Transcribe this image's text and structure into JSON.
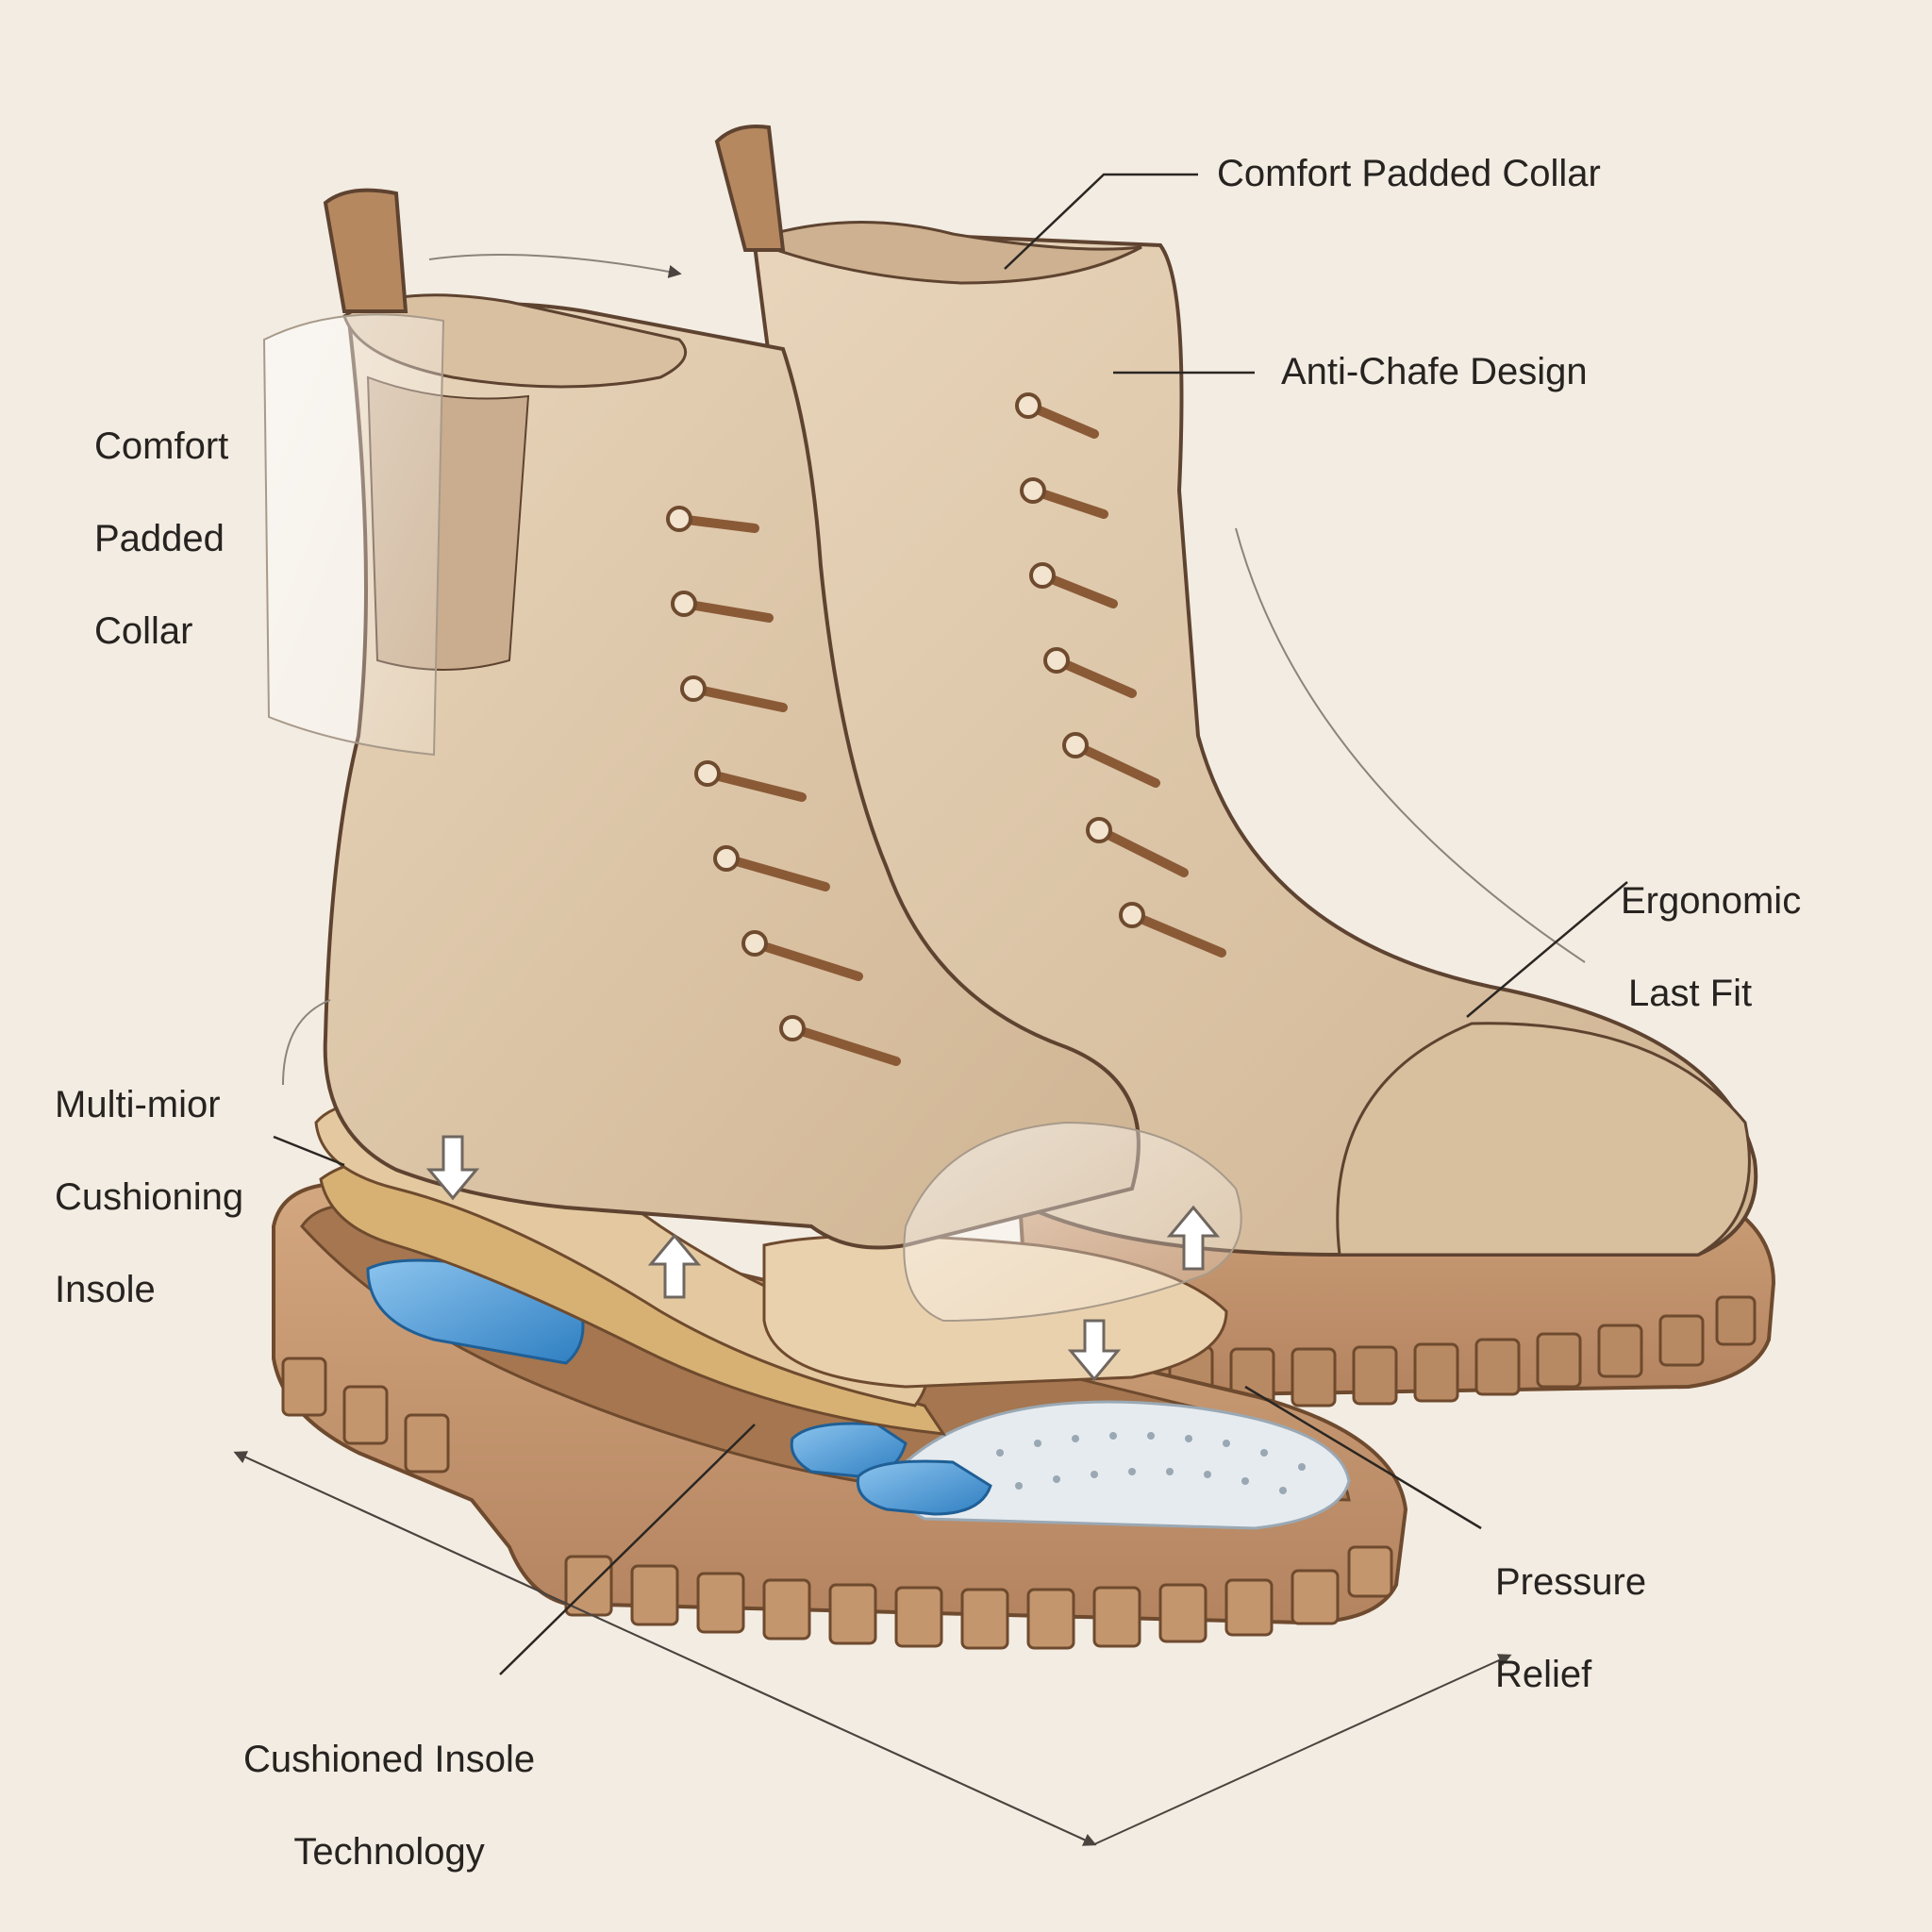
{
  "colors": {
    "background": "#f3ece2",
    "leather": "#ddc6a8",
    "leather_shadow": "#c8ab88",
    "lace": "#8a5a36",
    "sole": "#c89a72",
    "sole_dark": "#a8784f",
    "gel": "#4a9ad8",
    "foam": "#e6ebef",
    "leader": "#2a2622"
  },
  "labels": {
    "collar_top_right": "Comfort Padded Collar",
    "anti_chafe": "Anti-Chafe Design",
    "collar_left": [
      "Comfort",
      "Padded",
      "Collar"
    ],
    "ergonomic": [
      "Ergonomic",
      "Last Fit"
    ],
    "cushioning": [
      "Multi-mior",
      "Cushioning",
      "Insole"
    ],
    "pressure": [
      "Pressure",
      "Relief"
    ],
    "technology": [
      "Cushioned Insole",
      "Technology"
    ]
  }
}
